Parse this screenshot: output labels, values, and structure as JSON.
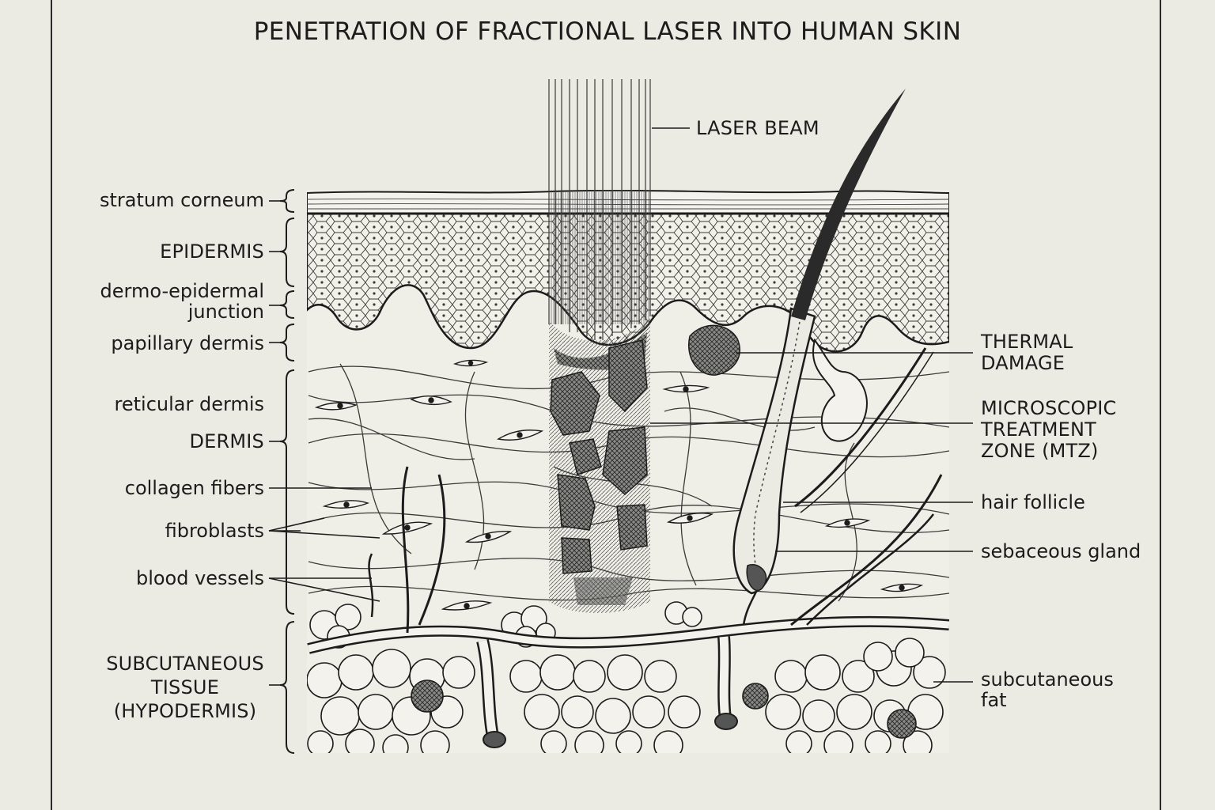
{
  "title": "PENETRATION OF FRACTIONAL LASER INTO HUMAN SKIN",
  "labels_left": {
    "stratum_corneum": "stratum corneum",
    "epidermis": "EPIDERMIS",
    "dej_line1": "dermo-epidermal",
    "dej_line2": "junction",
    "papillary_dermis": "papillary dermis",
    "reticular_dermis": "reticular dermis",
    "dermis": "DERMIS",
    "collagen_fibers": "collagen fibers",
    "fibroblasts": "fibroblasts",
    "blood_vessels": "blood vessels",
    "subcutaneous_line1": "SUBCUTANEOUS",
    "subcutaneous_line2": "TISSUE",
    "subcutaneous_line3": "(HYPODERMIS)"
  },
  "labels_right": {
    "laser_beam": "LASER BEAM",
    "thermal_line1": "THERMAL",
    "thermal_line2": "DAMAGE",
    "mtz_line1": "MICROSCOPIC",
    "mtz_line2": "TREATMENT",
    "mtz_line3": "ZONE (MTZ)",
    "hair_follicle": "hair follicle",
    "sebaceous_gland": "sebaceous gland",
    "fat_line1": "subcutaneous",
    "fat_line2": "fat"
  },
  "colors": {
    "ink": "#1c1c1c",
    "paper": "#ecebe3",
    "shade": "#6a6a66"
  }
}
